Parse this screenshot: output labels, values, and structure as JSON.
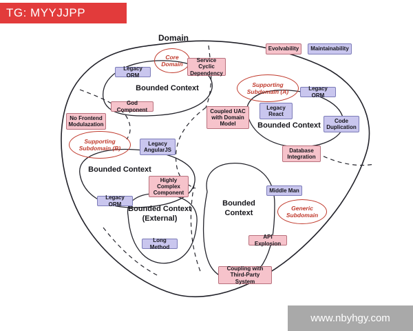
{
  "header": {
    "tag_text": "TG: MYYJJPP"
  },
  "footer": {
    "site_text": "www.nbyhgy.com"
  },
  "colors": {
    "banner_red": "#e23b3b",
    "footer_gray": "#a9a9a9",
    "pink": "#f6c3cb",
    "purple": "#c9c6ee",
    "red_accent": "#c0392b"
  },
  "diagram": {
    "domain_label": "Domain",
    "bounded_context_labels": [
      "Bounded Context",
      "Bounded Context",
      "Bounded Context",
      "Bounded Context (External)",
      "Bounded Context"
    ],
    "subdomain_labels": [
      "Core Domain",
      "Supporting Subdomain (A)",
      "Supporting Subdomain (B)",
      "Generic Subdomain"
    ],
    "nodes": [
      {
        "label": "Evolvability",
        "type": "pink"
      },
      {
        "label": "Maintainability",
        "type": "purple"
      },
      {
        "label": "Service Cyclic Dependency",
        "type": "pink"
      },
      {
        "label": "Legacy ORM",
        "type": "purple"
      },
      {
        "label": "God Component",
        "type": "pink"
      },
      {
        "label": "Legacy ORM",
        "type": "purple"
      },
      {
        "label": "Coupled UAC with Domain Model",
        "type": "pink"
      },
      {
        "label": "Legacy React",
        "type": "purple"
      },
      {
        "label": "Code Duplication",
        "type": "purple"
      },
      {
        "label": "No Frontend Modulazation",
        "type": "pink"
      },
      {
        "label": "Legacy AngularJS",
        "type": "purple"
      },
      {
        "label": "Database Integration",
        "type": "pink"
      },
      {
        "label": "Highly Complex Component",
        "type": "pink"
      },
      {
        "label": "Legacy ORM",
        "type": "purple"
      },
      {
        "label": "Middle Man",
        "type": "purple"
      },
      {
        "label": "Long Method",
        "type": "purple"
      },
      {
        "label": "API Explosion",
        "type": "pink"
      },
      {
        "label": "Coupling with Third-Party System",
        "type": "pink"
      }
    ]
  }
}
